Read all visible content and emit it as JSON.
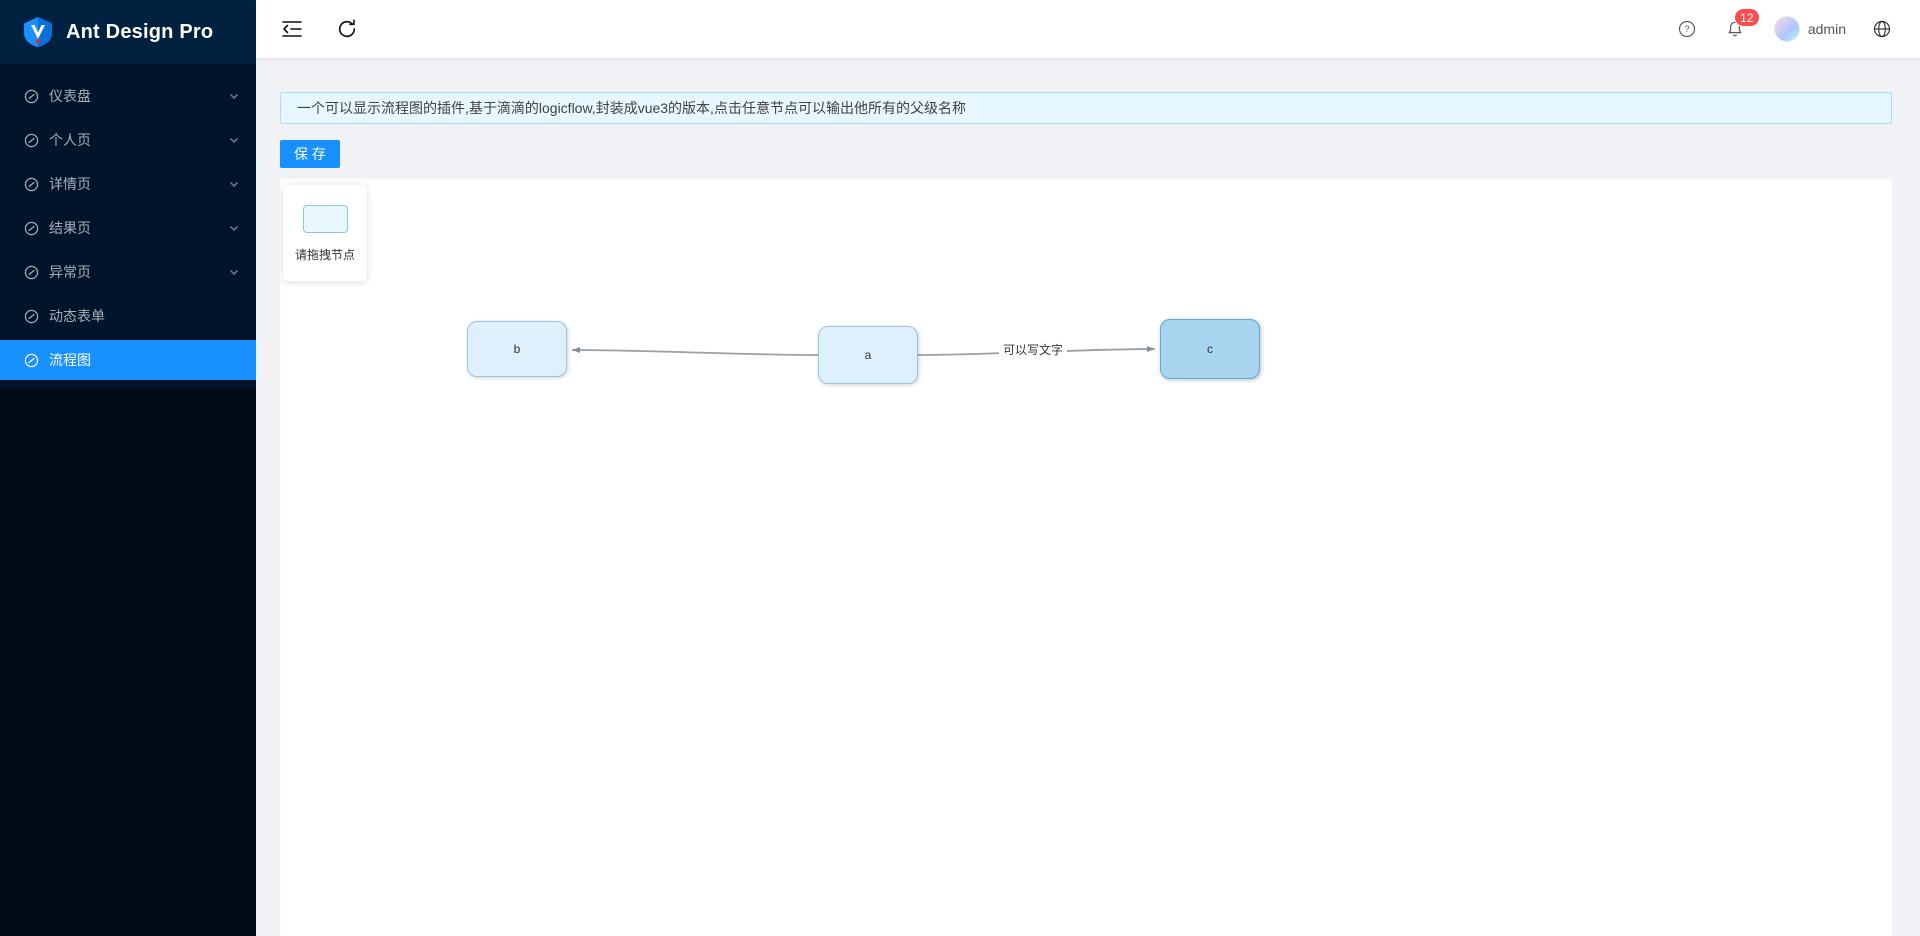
{
  "app": {
    "title": "Ant Design Pro"
  },
  "sidebar": {
    "items": [
      {
        "label": "仪表盘",
        "expandable": true,
        "active": false
      },
      {
        "label": "个人页",
        "expandable": true,
        "active": false
      },
      {
        "label": "详情页",
        "expandable": true,
        "active": false
      },
      {
        "label": "结果页",
        "expandable": true,
        "active": false
      },
      {
        "label": "异常页",
        "expandable": true,
        "active": false
      },
      {
        "label": "动态表单",
        "expandable": false,
        "active": false
      },
      {
        "label": "流程图",
        "expandable": false,
        "active": true
      }
    ]
  },
  "header": {
    "notification_count": "12",
    "username": "admin"
  },
  "page": {
    "alert_text": "一个可以显示流程图的插件,基于滴滴的logicflow,封装成vue3的版本,点击任意节点可以输出他所有的父级名称",
    "save_button": "保 存",
    "palette_hint": "请拖拽节点"
  },
  "flow": {
    "nodes": [
      {
        "id": "b",
        "label": "b",
        "selected": false
      },
      {
        "id": "a",
        "label": "a",
        "selected": false
      },
      {
        "id": "c",
        "label": "c",
        "selected": true
      }
    ],
    "edges": [
      {
        "from": "a",
        "to": "b",
        "label": ""
      },
      {
        "from": "a",
        "to": "c",
        "label": "可以写文字"
      }
    ]
  },
  "colors": {
    "primary": "#1890ff",
    "sidebar_bg": "#001529",
    "alert_bg": "#e6f7ff",
    "alert_border": "#abdcff",
    "badge": "#ff4d4f",
    "node_fill": "#def0fb",
    "node_selected_fill": "#a8d4f0",
    "edge_stroke": "#9aa0a6"
  }
}
